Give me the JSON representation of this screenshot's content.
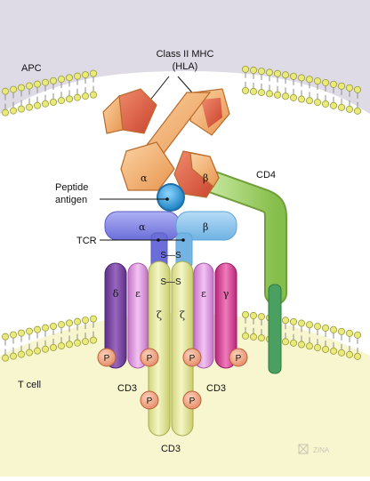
{
  "labels": {
    "apc": "APC",
    "mhc_line1": "Class II MHC",
    "mhc_line2": "(HLA)",
    "peptide_line1": "Peptide",
    "peptide_line2": "antigen",
    "tcr": "TCR",
    "cd4": "CD4",
    "tcell": "T cell",
    "cd3_left": "CD3",
    "cd3_right": "CD3",
    "cd3_bottom": "CD3",
    "watermark": "ZINA"
  },
  "chains": {
    "mhc_alpha": "α",
    "mhc_beta": "β",
    "tcr_alpha": "α",
    "tcr_beta": "β",
    "delta": "δ",
    "epsilon_left": "ε",
    "zeta_left": "ζ",
    "zeta_right": "ζ",
    "epsilon_right": "ε",
    "gamma": "γ"
  },
  "bonds": {
    "ss_top": "S—S",
    "ss_bottom": "S—S"
  },
  "phospho": {
    "p1": "P",
    "p2": "P",
    "p3": "P",
    "p4": "P",
    "p5": "P",
    "p6": "P"
  },
  "colors": {
    "apc_bg": "#dedbe6",
    "tcell_bg": "#f8f6cf",
    "lipid_head": "#e9ea7a",
    "mhc_orange": "#f3b77a",
    "mhc_red": "#e2664a",
    "peptide": "#2e9fe0",
    "tcr_alpha": "#8a8de8",
    "tcr_beta": "#8cc6ee",
    "cd4": "#a4d46a",
    "zeta": "#e8ec9c",
    "delta": "#8e5aaf",
    "epsilon": "#e3a0e3",
    "gamma": "#e0439a",
    "phospho": "#f1a07d"
  }
}
